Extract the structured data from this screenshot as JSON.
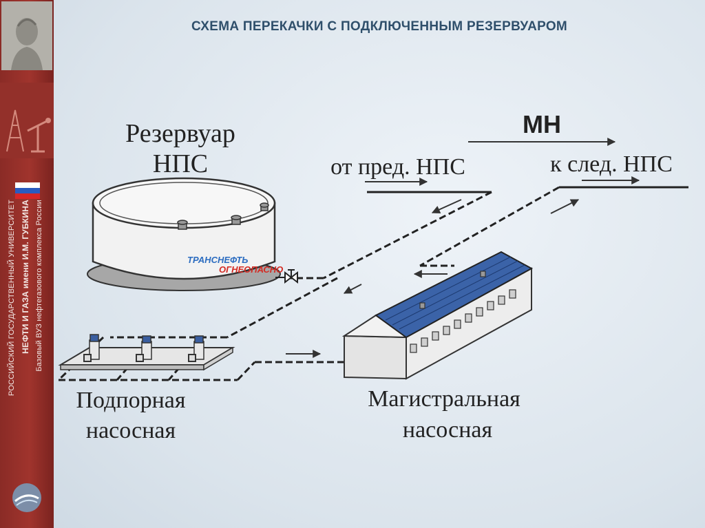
{
  "title": "СХЕМА ПЕРЕКАЧКИ С ПОДКЛЮЧЕННЫМ РЕЗЕРВУАРОМ",
  "sidebar": {
    "university_lines": [
      "РОССИЙСКИЙ ГОСУДАРСТВЕННЫЙ УНИВЕРСИТЕТ",
      "НЕФТИ И ГАЗА имени И.М. ГУБКИНА",
      "Базовый ВУЗ нефтегазового комплекса России"
    ]
  },
  "labels": {
    "tank_line1": "Резервуар",
    "tank_line2": "НПС",
    "mn": "МН",
    "from_prev": "от пред. НПС",
    "to_next": "к след. НПС",
    "booster_line1": "Подпорная",
    "booster_line2": "насосная",
    "main_line1": "Магистральная",
    "main_line2": "насосная",
    "tank_brand": "ТРАНСНЕФТЬ",
    "tank_brand2": "ОГНЕОПАСНО"
  },
  "colors": {
    "sidebar": "#9b302a",
    "title": "#2f4f6b",
    "roof": "#3b63a8",
    "brand_blue": "#2b6cc0",
    "brand_red": "#d42a22"
  }
}
